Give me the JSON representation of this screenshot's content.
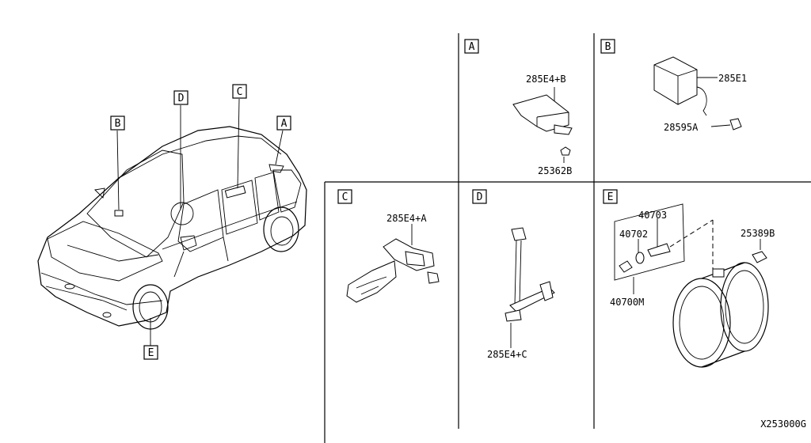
{
  "car_callouts": [
    "A",
    "B",
    "C",
    "D",
    "E"
  ],
  "panels": {
    "A": {
      "letter": "A",
      "parts": [
        "285E4+B",
        "25362B"
      ]
    },
    "B": {
      "letter": "B",
      "parts": [
        "285E1",
        "28595A"
      ]
    },
    "C": {
      "letter": "C",
      "parts": [
        "285E4+A"
      ]
    },
    "D": {
      "letter": "D",
      "parts": [
        "285E4+C"
      ]
    },
    "E": {
      "letter": "E",
      "parts": [
        "40703",
        "40702",
        "25389B",
        "40700M"
      ]
    }
  },
  "diagram_code": "X253000G"
}
